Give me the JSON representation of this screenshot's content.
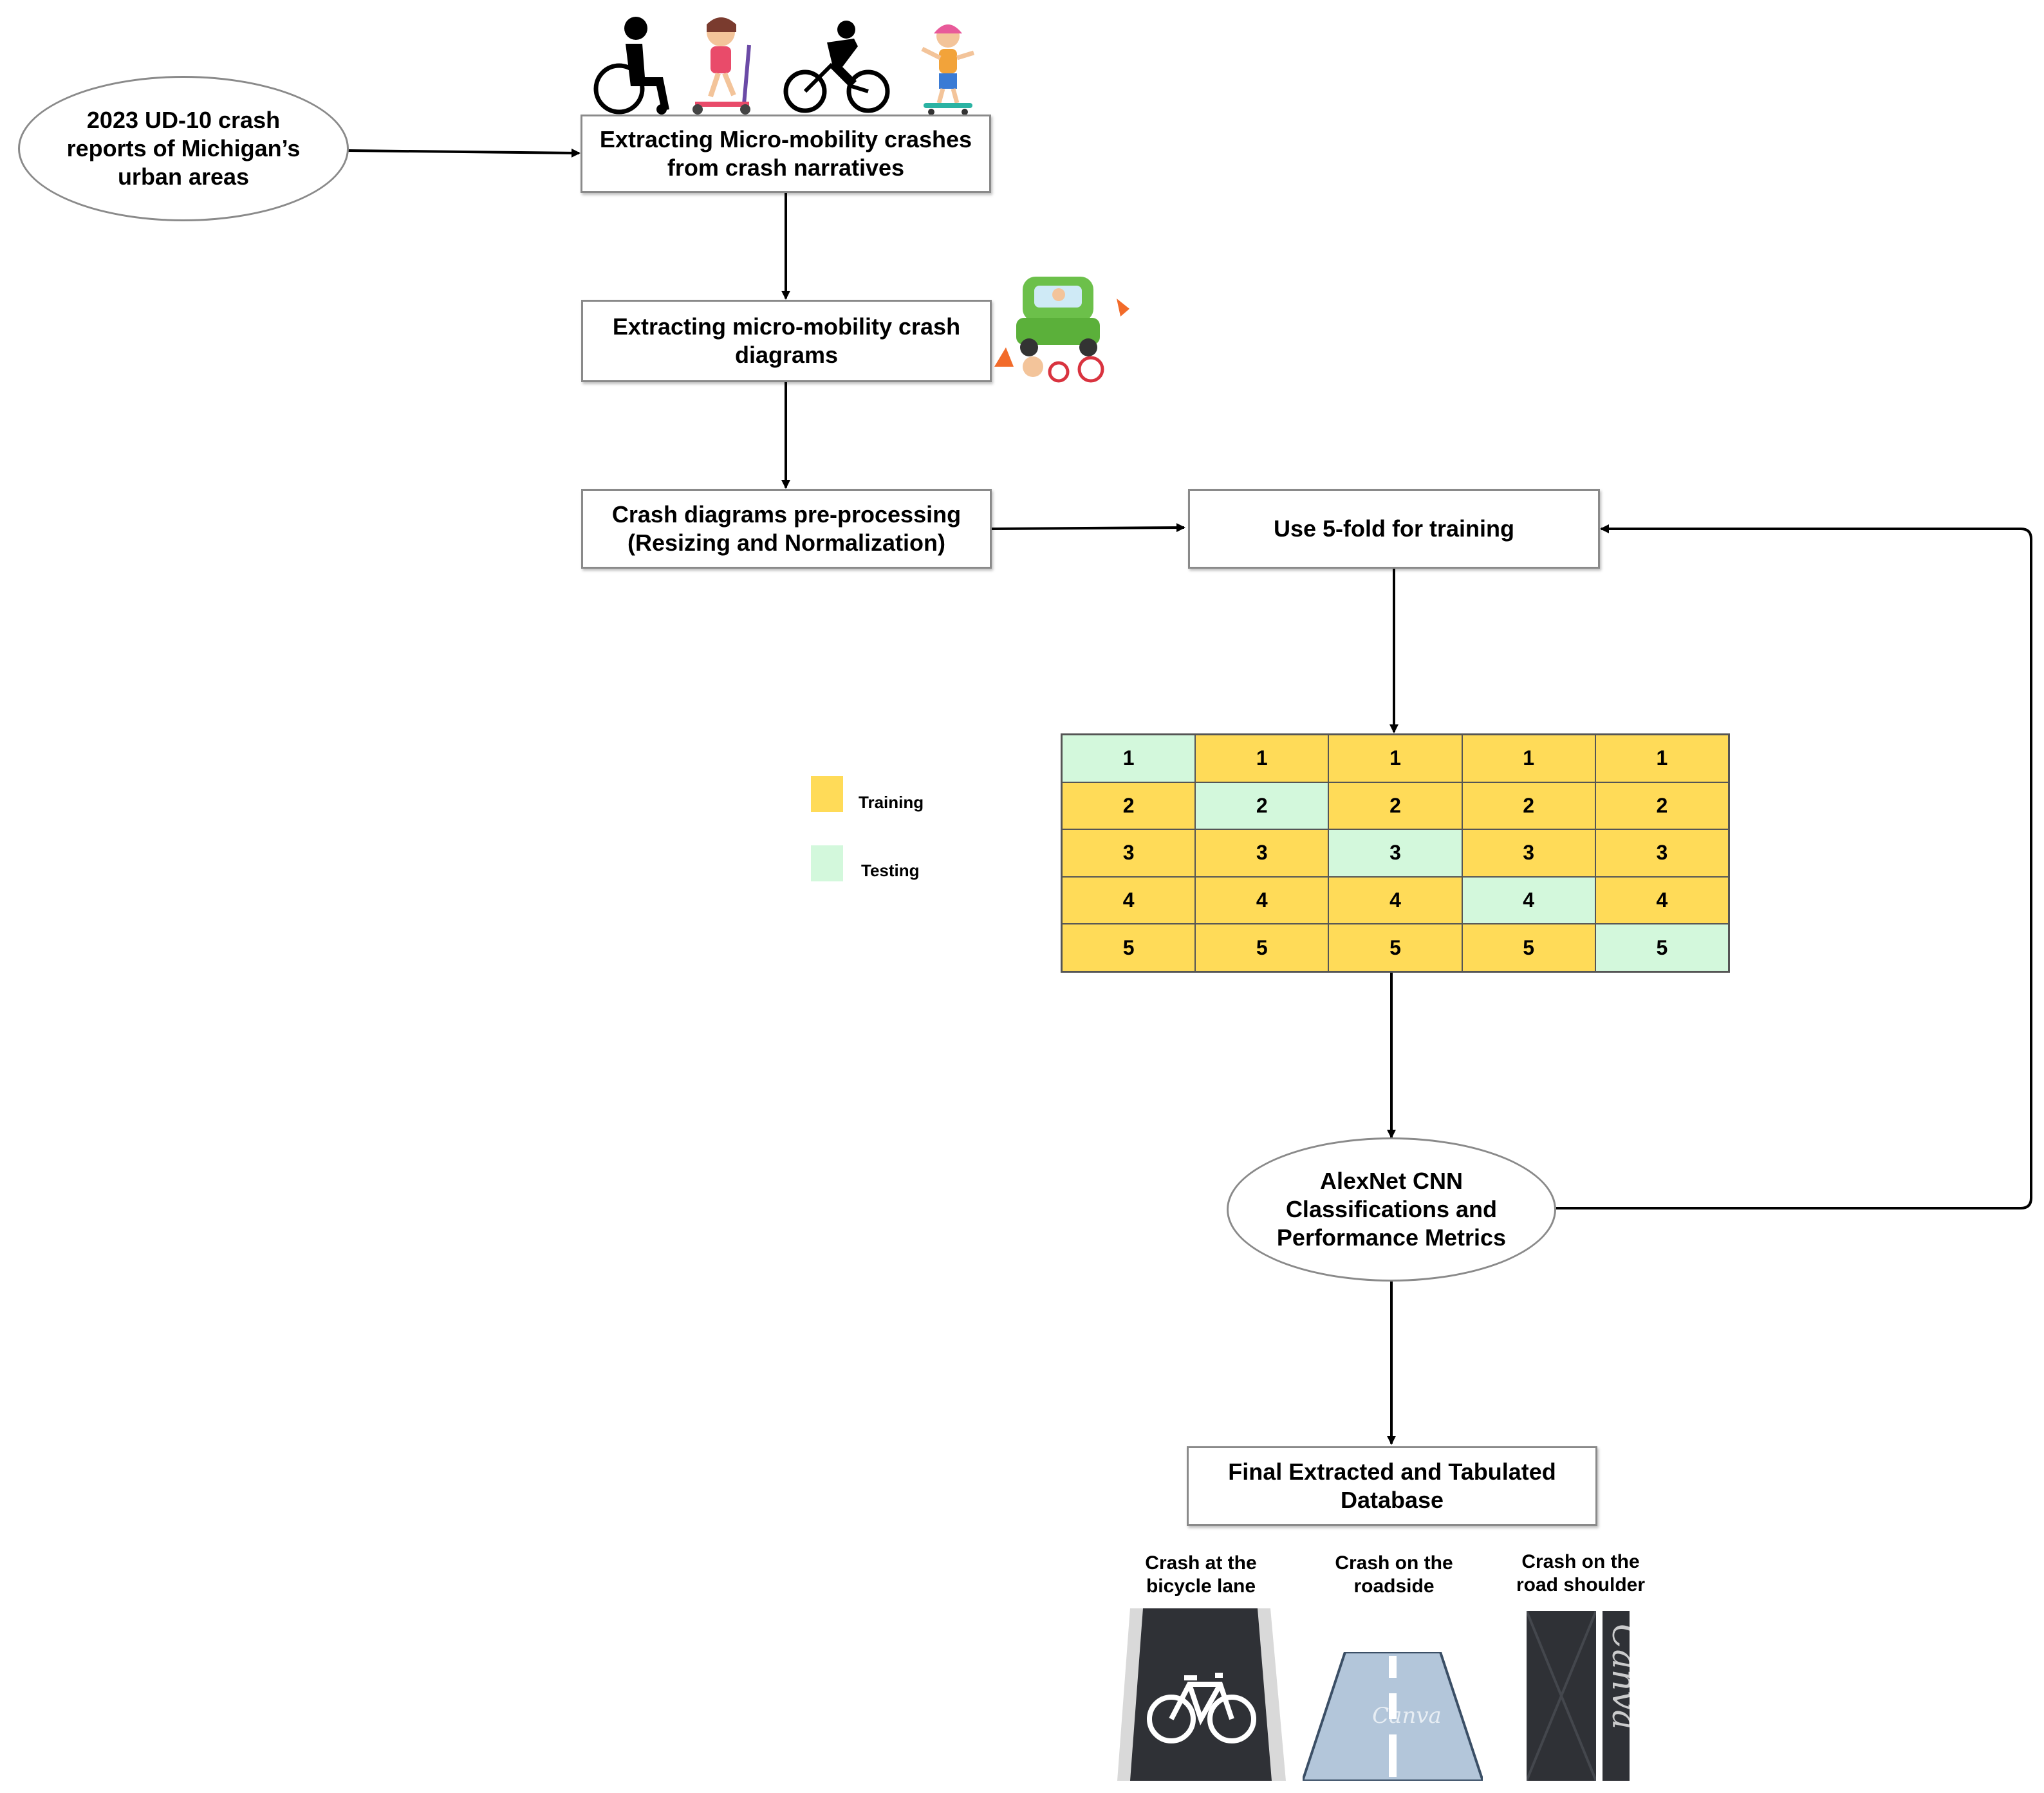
{
  "nodes": {
    "source": "2023 UD-10 crash\nreports of Michigan’s\nurban areas",
    "extract_crashes": "Extracting Micro-mobility crashes\nfrom crash narratives",
    "extract_diagrams": "Extracting micro-mobility crash\ndiagrams",
    "preprocess": "Crash diagrams pre-processing\n(Resizing and Normalization)",
    "kfold": "Use 5-fold for training",
    "cnn": "AlexNet CNN\nClassifications and\nPerformance Metrics",
    "database": "Final Extracted and Tabulated\nDatabase"
  },
  "legend": {
    "training": "Training",
    "testing": "Testing"
  },
  "colors": {
    "training": "#FFDB58",
    "testing": "#D3F8DC",
    "border": "#8a8a8a",
    "road_dark": "#2f3136",
    "road_light": "#b3c6da"
  },
  "folds": {
    "rows": [
      [
        "1",
        "1",
        "1",
        "1",
        "1"
      ],
      [
        "2",
        "2",
        "2",
        "2",
        "2"
      ],
      [
        "3",
        "3",
        "3",
        "3",
        "3"
      ],
      [
        "4",
        "4",
        "4",
        "4",
        "4"
      ],
      [
        "5",
        "5",
        "5",
        "5",
        "5"
      ]
    ]
  },
  "road_types": [
    {
      "label": "Crash at the\nbicycle lane",
      "icon": "bicycle-lane-icon"
    },
    {
      "label": "Crash on the\nroadside",
      "icon": "roadside-icon"
    },
    {
      "label": "Crash on the\nroad shoulder",
      "icon": "road-shoulder-icon"
    }
  ],
  "watermark": "Canva",
  "icons": [
    "wheelchair-user-icon",
    "child-scooter-icon",
    "cyclist-icon",
    "child-skateboard-icon",
    "car-crash-icon"
  ]
}
